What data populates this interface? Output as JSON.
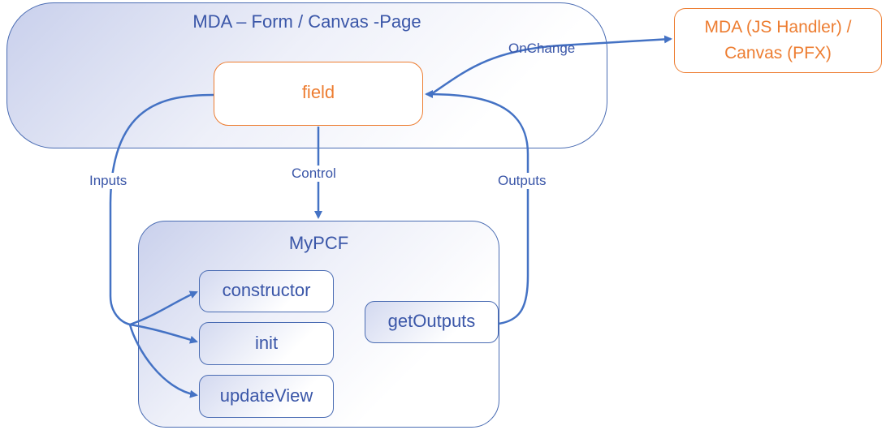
{
  "diagram": {
    "page_container": {
      "title": "MDA – Form / Canvas -Page"
    },
    "handler": {
      "text": "MDA (JS Handler) / Canvas (PFX)"
    },
    "field": {
      "text": "field"
    },
    "pcf": {
      "title": "MyPCF",
      "methods": {
        "constructor": "constructor",
        "init": "init",
        "update_view": "updateView",
        "get_outputs": "getOutputs"
      }
    },
    "flows": {
      "onchange": "OnChange",
      "inputs": "Inputs",
      "control": "Control",
      "outputs": "Outputs"
    },
    "colors": {
      "blue": "#4472c4",
      "blue_text": "#3a56a8",
      "orange": "#ed7d31"
    }
  }
}
